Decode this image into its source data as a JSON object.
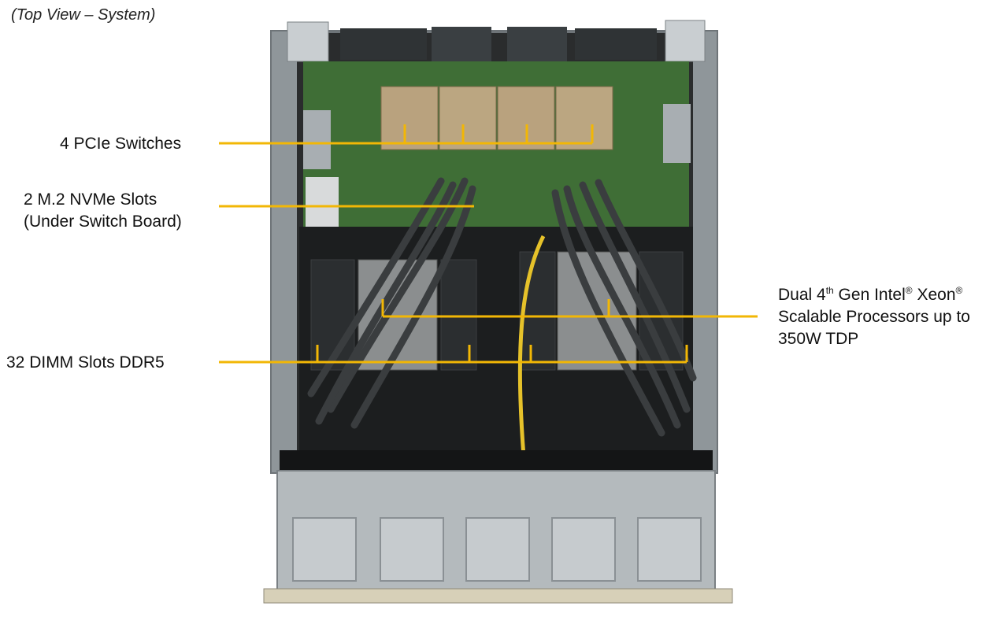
{
  "view_title": "(Top View – System)",
  "callouts": {
    "pcie_switches": {
      "label": "4 PCIe Switches"
    },
    "m2_nvme": {
      "line1": "2 M.2 NVMe Slots",
      "line2": "(Under Switch Board)"
    },
    "processors": {
      "line1_pre": "Dual 4",
      "line1_sup1": "th",
      "line1_mid": " Gen Intel",
      "line1_sup2": "®",
      "line1_mid2": "  Xeon",
      "line1_sup3": "®",
      "line2": "Scalable Processors up to",
      "line3": "350W TDP"
    },
    "dimm": {
      "label": "32 DIMM Slots DDR5"
    }
  },
  "colors": {
    "leader_line": "#f2b705",
    "pcb_green": "#3d6b35",
    "chassis_gray": "#9ea4a8",
    "chassis_dark": "#1d1f20",
    "heatsink": "#b9a27e",
    "cable": "#2b2d2e"
  }
}
